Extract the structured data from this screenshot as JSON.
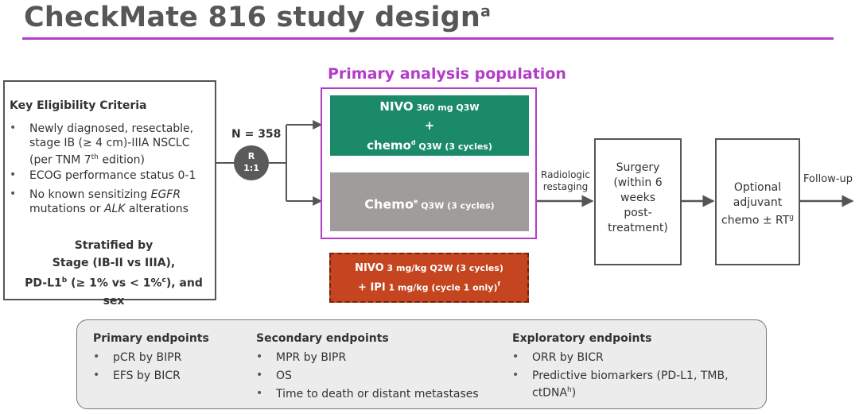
{
  "title": {
    "text": "CheckMate 816 study design",
    "sup": "a"
  },
  "eligibility": {
    "heading": "Key Eligibility Criteria",
    "items": [
      {
        "l1": "Newly diagnosed, resectable,",
        "l2": "stage IB (≥ 4 cm)-IIIA NSCLC",
        "l3a": "(per TNM 7",
        "l3sup": "th",
        "l3b": " edition)"
      },
      {
        "l1": "ECOG performance status 0-1"
      },
      {
        "l1a": "No known sensitizing ",
        "l1i": "EGFR",
        "l2a": "mutations or ",
        "l2i": "ALK",
        "l2b": " alterations"
      }
    ],
    "stratified": {
      "l1": "Stratified by",
      "l2": "Stage (IB-II vs IIIA),",
      "l3a": "PD-L1",
      "l3sup": "b",
      "l3b": " (≥ 1% vs < 1%",
      "l3sup2": "c",
      "l3c": "), and sex"
    }
  },
  "randomization": {
    "n": "N = 358",
    "r": "R",
    "ratio": "1:1"
  },
  "primary_population": {
    "label": "Primary analysis population"
  },
  "arms": {
    "nivo_chemo": {
      "drug": "NIVO",
      "dose": " 360 mg Q3W",
      "plus": "+",
      "chemo": "chemo",
      "chemo_sup": "d",
      "chemo_dose": " Q3W (3 cycles)"
    },
    "chemo": {
      "drug": "Chemo",
      "sup": "e",
      "dose": " Q3W (3 cycles)"
    },
    "nivo_ipi": {
      "l1a": "NIVO",
      "l1b": " 3 mg/kg Q2W (3 cycles)",
      "l2a": "+ IPI",
      "l2b": " 1 mg/kg (cycle 1 only)",
      "l2sup": "f"
    }
  },
  "radiologic": {
    "l1": "Radiologic",
    "l2": "restaging"
  },
  "surgery": {
    "lines": [
      "Surgery",
      "(within 6",
      "weeks",
      "post-",
      "treatment)"
    ]
  },
  "optional": {
    "l1": "Optional",
    "l2": "adjuvant",
    "l3": "chemo ± RT",
    "sup": "g"
  },
  "followup": "Follow-up",
  "endpoints": {
    "primary": {
      "heading": "Primary endpoints",
      "items": [
        "pCR by BIPR",
        "EFS by BICR"
      ]
    },
    "secondary": {
      "heading": "Secondary endpoints",
      "items": [
        "MPR by BIPR",
        "OS",
        "Time to death or distant metastases"
      ]
    },
    "exploratory": {
      "heading": "Exploratory endpoints",
      "items": [
        "ORR by BICR",
        "Predictive biomarkers (PD-L1, TMB,",
        "ctDNA"
      ],
      "sup": "h",
      "close": ")"
    }
  },
  "colors": {
    "accent": "#b43cc8",
    "nivo_chemo": "#1b8a68",
    "chemo": "#a09c9b",
    "nivo_ipi": "#c4451f"
  }
}
